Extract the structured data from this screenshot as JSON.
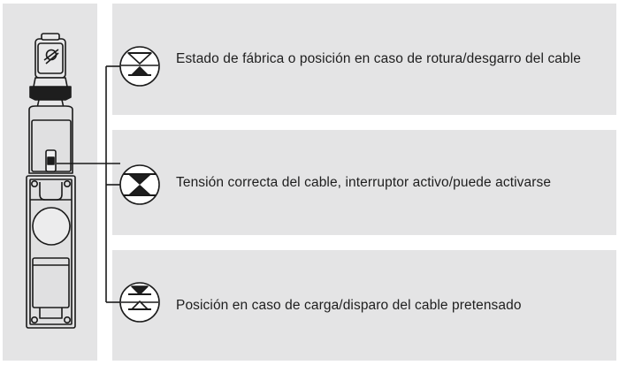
{
  "colors": {
    "panel": "#e4e4e5",
    "stroke": "#1a1a1a",
    "device_fill": "#e0e0e1",
    "dark": "#1e1e1e"
  },
  "device": {
    "name": "cable-pull-switch-icon"
  },
  "states": [
    {
      "icon": "cable-broken-state-icon",
      "label": "Estado de fábrica o posición en caso de rotura/desgarro del cable"
    },
    {
      "icon": "cable-tension-correct-state-icon",
      "label": "Tensión correcta del cable, interruptor activo/puede activarse"
    },
    {
      "icon": "cable-overload-state-icon",
      "label": "Posición en caso de carga/disparo del cable pretensado"
    }
  ]
}
